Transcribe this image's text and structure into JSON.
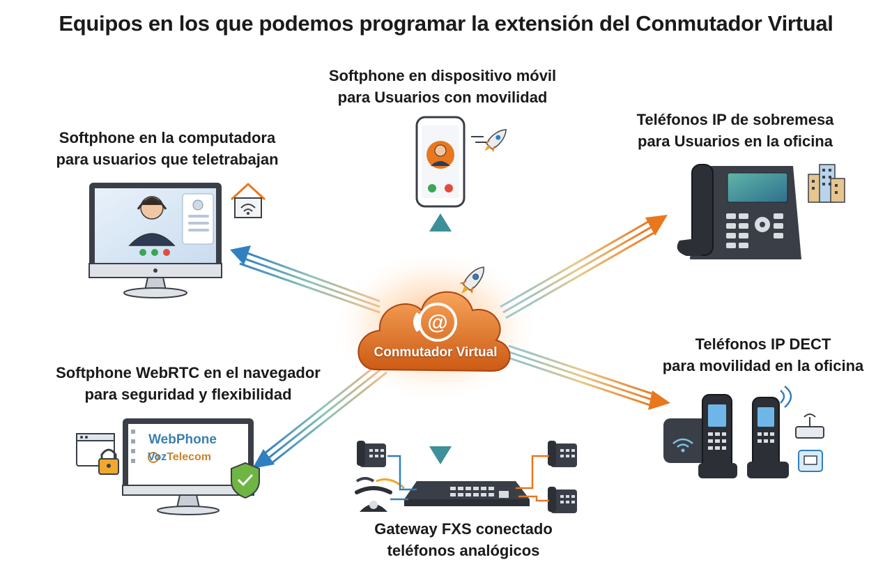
{
  "title": "Equipos en los que podemos programar la extensión del Conmutador Virtual",
  "center": {
    "label": "Conmutador Virtual"
  },
  "devices": {
    "computer": {
      "line1": "Softphone en la computadora",
      "line2": "para usuarios que teletrabajan"
    },
    "mobile": {
      "line1": "Softphone en dispositivo móvil",
      "line2": "para Usuarios con movilidad"
    },
    "desk_phone": {
      "line1": "Teléfonos IP de sobremesa",
      "line2": "para Usuarios en la oficina"
    },
    "webrtc": {
      "line1": "Softphone WebRTC en el navegador",
      "line2": "para seguridad y flexibilidad"
    },
    "dect": {
      "line1": "Teléfonos IP DECT",
      "line2": "para movilidad en la oficina"
    },
    "gateway": {
      "line1": "Gateway FXS conectado",
      "line2": "teléfonos analógicos"
    }
  },
  "webphone": {
    "title": "WebPhone",
    "brand_a": "Voz",
    "brand_b": "Telecom"
  },
  "colors": {
    "orange": "#e8771e",
    "blue": "#2f7fc1",
    "teal": "#4aa7a0",
    "dark": "#3a3f47"
  }
}
